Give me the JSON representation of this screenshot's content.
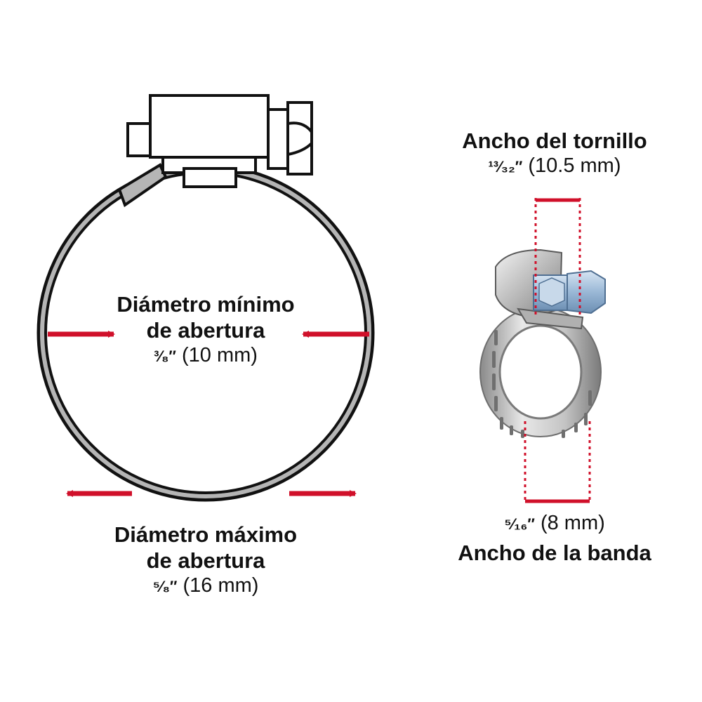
{
  "min_diameter": {
    "title_line1": "Diámetro mínimo",
    "title_line2": "de abertura",
    "fraction": "³⁄₈″",
    "metric": "(10 mm)"
  },
  "max_diameter": {
    "title_line1": "Diámetro máximo",
    "title_line2": "de abertura",
    "fraction": "⁵⁄₈″",
    "metric": "(16 mm)"
  },
  "screw_width": {
    "title": "Ancho del tornillo",
    "fraction": "¹³⁄₃₂″",
    "metric": "(10.5 mm)"
  },
  "band_width": {
    "title": "Ancho de la banda",
    "fraction": "⁵⁄₁₆″",
    "metric": "(8 mm)"
  },
  "colors": {
    "accent_red": "#d0102a",
    "outline": "#111111",
    "band_fill": "#b5b5b5",
    "metal_light": "#e6e6e6",
    "metal_dark": "#8c8c8c",
    "screw_blue": "#9ab8d6"
  }
}
